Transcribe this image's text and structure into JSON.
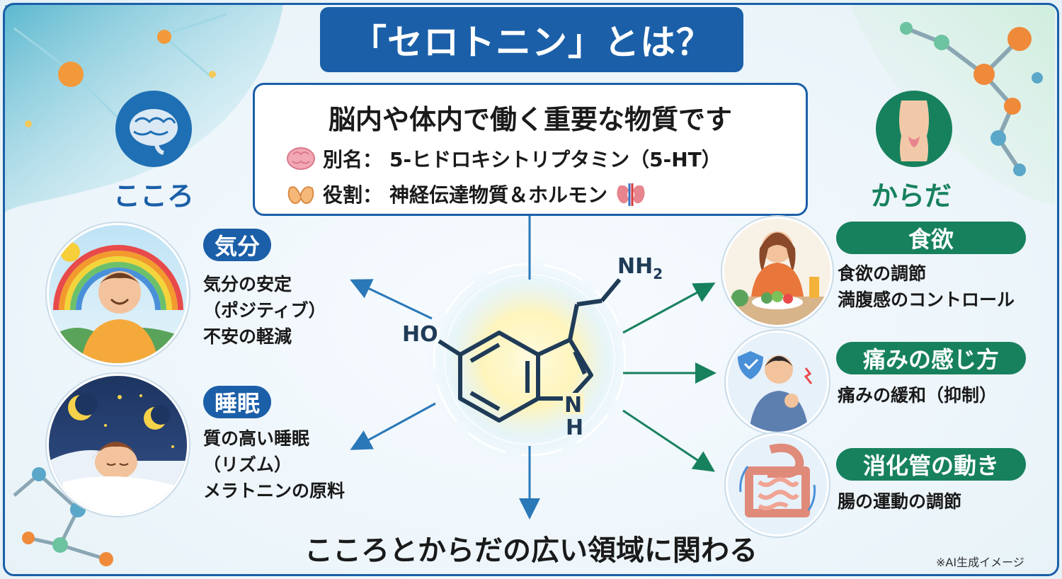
{
  "title": "「セロトニン」とは？",
  "definition": {
    "heading": "脳内や体内で働く重要な物質です",
    "alias_label": "別名：",
    "alias_value": "5-ヒドロキシトリプタミン（5-HT）",
    "role_label": "役割：",
    "role_value": "神経伝達物質＆ホルモン",
    "alias_icon": "brain-icon",
    "role_icon": "thyroid-icon",
    "role_end_icon": "kidney-icon"
  },
  "molecule": {
    "ho": "HO",
    "nh2": "NH",
    "nh2_sub": "2",
    "n": "N",
    "h": "H"
  },
  "left": {
    "category": "こころ",
    "icon": "brain-icon",
    "items": [
      {
        "tag": "気分",
        "lines": [
          "気分の安定",
          "（ポジティブ）",
          "不安の軽減"
        ],
        "image": "smiling-man-rainbow"
      },
      {
        "tag": "睡眠",
        "lines": [
          "質の高い睡眠",
          "（リズム）",
          "メラトニンの原料"
        ],
        "image": "sleeping-woman-moon"
      }
    ]
  },
  "right": {
    "category": "からだ",
    "icon": "torso-icon",
    "items": [
      {
        "tag": "食欲",
        "lines": [
          "食欲の調節",
          "満腹感のコントロール"
        ],
        "image": "woman-eating-salad"
      },
      {
        "tag": "痛みの感じ方",
        "lines": [
          "痛みの緩和（抑制）"
        ],
        "image": "man-pain-shield"
      },
      {
        "tag": "消化管の動き",
        "lines": [
          "腸の運動の調節"
        ],
        "image": "intestines"
      }
    ]
  },
  "bottom_text": "こころとからだの広い領域に関わる",
  "footnote": "※AI生成イメージ",
  "colors": {
    "blue": "#1b5fa8",
    "green": "#17815d",
    "ink": "#1a1a1a"
  }
}
